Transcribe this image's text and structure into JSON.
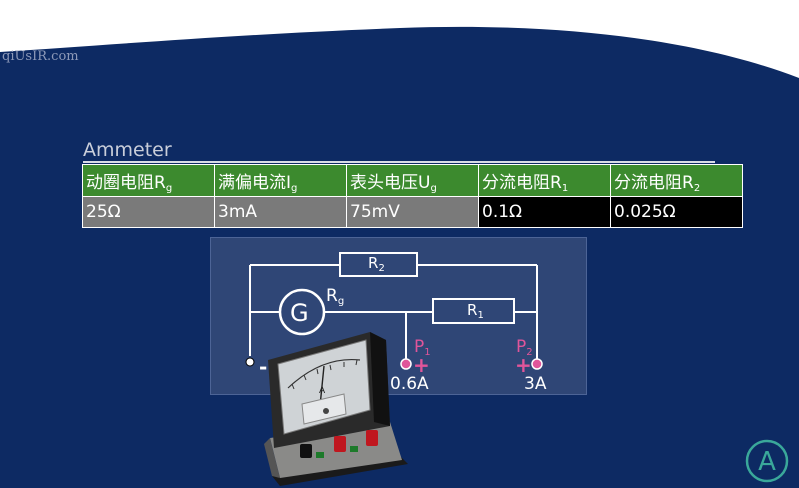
{
  "watermark": "qiUsIR.com",
  "section_title": "Ammeter",
  "table": {
    "headers": [
      {
        "text": "动圈电阻R",
        "sub": "g"
      },
      {
        "text": "满偏电流I",
        "sub": "g"
      },
      {
        "text": "表头电压U",
        "sub": "g"
      },
      {
        "text": "分流电阻R",
        "sub": "1"
      },
      {
        "text": "分流电阻R",
        "sub": "2"
      }
    ],
    "values": [
      "25Ω",
      "3mA",
      "75mV",
      "0.1Ω",
      "0.025Ω"
    ]
  },
  "circuit": {
    "galvanometer_symbol": "G",
    "rg_label": "R",
    "rg_sub": "g",
    "r1_label": "R",
    "r1_sub": "1",
    "r2_label": "R",
    "r2_sub": "2",
    "minus_sign": "-",
    "p1_label": "P",
    "p1_sub": "1",
    "p2_label": "P",
    "p2_sub": "2",
    "plus_sign": "+",
    "range_low": "0.6A",
    "range_high": "3A"
  },
  "meter": {
    "face_label": "A"
  },
  "nav_button": {
    "letter": "A"
  },
  "colors": {
    "background": "#0d2a63",
    "header_green": "#3c8a2e",
    "value_gray": "#7a7a7a",
    "value_black": "#000000",
    "terminal_pink": "#e0559a"
  }
}
